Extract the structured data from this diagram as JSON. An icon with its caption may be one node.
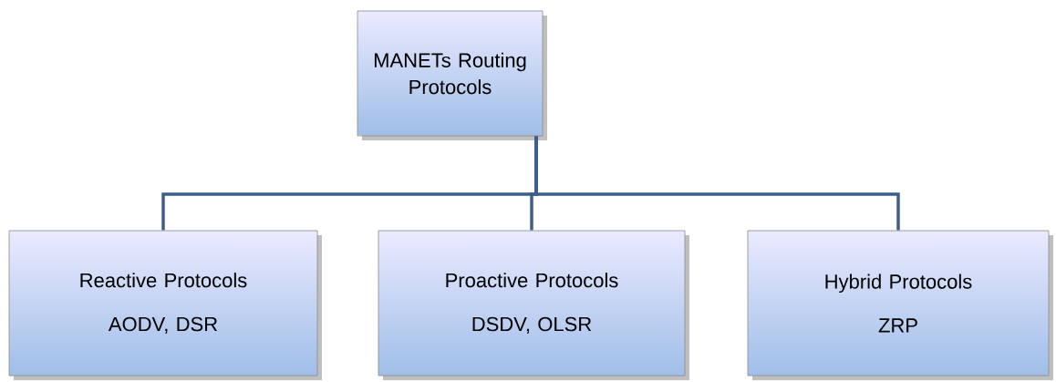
{
  "diagram": {
    "nodes": [
      {
        "text": [
          "MANETs Routing Protocols"
        ]
      },
      {
        "text": [
          "Reactive Protocols",
          "AODV, DSR"
        ]
      },
      {
        "text": [
          "Proactive Protocols",
          "DSDV, OLSR"
        ]
      },
      {
        "text": [
          "Hybrid Protocols",
          "ZRP"
        ]
      }
    ],
    "edges": [
      {
        "from": 0,
        "to": 1,
        "arrow": "none"
      },
      {
        "from": 0,
        "to": 2,
        "arrow": "none"
      },
      {
        "from": 0,
        "to": 3,
        "arrow": "none"
      }
    ]
  }
}
